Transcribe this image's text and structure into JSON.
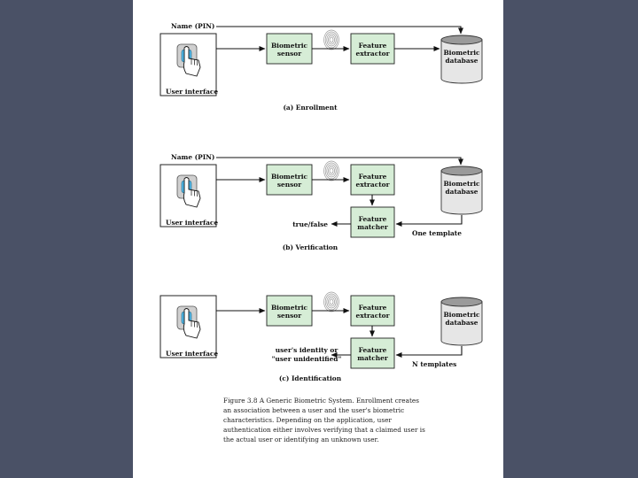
{
  "panels": [
    {
      "id": "a",
      "name_label": "Name (PIN)",
      "ui_label": "User interface",
      "sensor_label": [
        "Biometric",
        "sensor"
      ],
      "extractor_label": [
        "Feature",
        "extractor"
      ],
      "db_label": [
        "Biometric",
        "database"
      ],
      "caption": "(a) Enrollment"
    },
    {
      "id": "b",
      "name_label": "Name (PIN)",
      "ui_label": "User interface",
      "sensor_label": [
        "Biometric",
        "sensor"
      ],
      "extractor_label": [
        "Feature",
        "extractor"
      ],
      "matcher_label": [
        "Feature",
        "matcher"
      ],
      "db_label": [
        "Biometric",
        "database"
      ],
      "result_label": [
        "true/false"
      ],
      "template_label": "One template",
      "caption": "(b) Verification"
    },
    {
      "id": "c",
      "ui_label": "User interface",
      "sensor_label": [
        "Biometric",
        "sensor"
      ],
      "extractor_label": [
        "Feature",
        "extractor"
      ],
      "matcher_label": [
        "Feature",
        "matcher"
      ],
      "db_label": [
        "Biometric",
        "database"
      ],
      "result_label": [
        "user's identity or",
        "\"user unidentified\""
      ],
      "template_label": "N templates",
      "caption": "(c) Identification"
    }
  ],
  "figure_caption": [
    "Figure 3.8  A Generic Biometric System. Enrollment creates",
    "an association between a user and the user's biometric",
    "characteristics. Depending on the application, user",
    "authentication either involves verifying that a claimed user is",
    "the actual user or identifying an unknown user."
  ],
  "colors": {
    "background": "#4a5166",
    "slide": "#ffffff",
    "box_fill": "#d6edd6",
    "db_fill": "#e6e6e6",
    "db_top": "#9a9a9a",
    "hand_button": "#4fb6e6"
  },
  "icons": [
    "hand-press-icon",
    "fingerprint-icon",
    "database-cylinder-icon"
  ]
}
